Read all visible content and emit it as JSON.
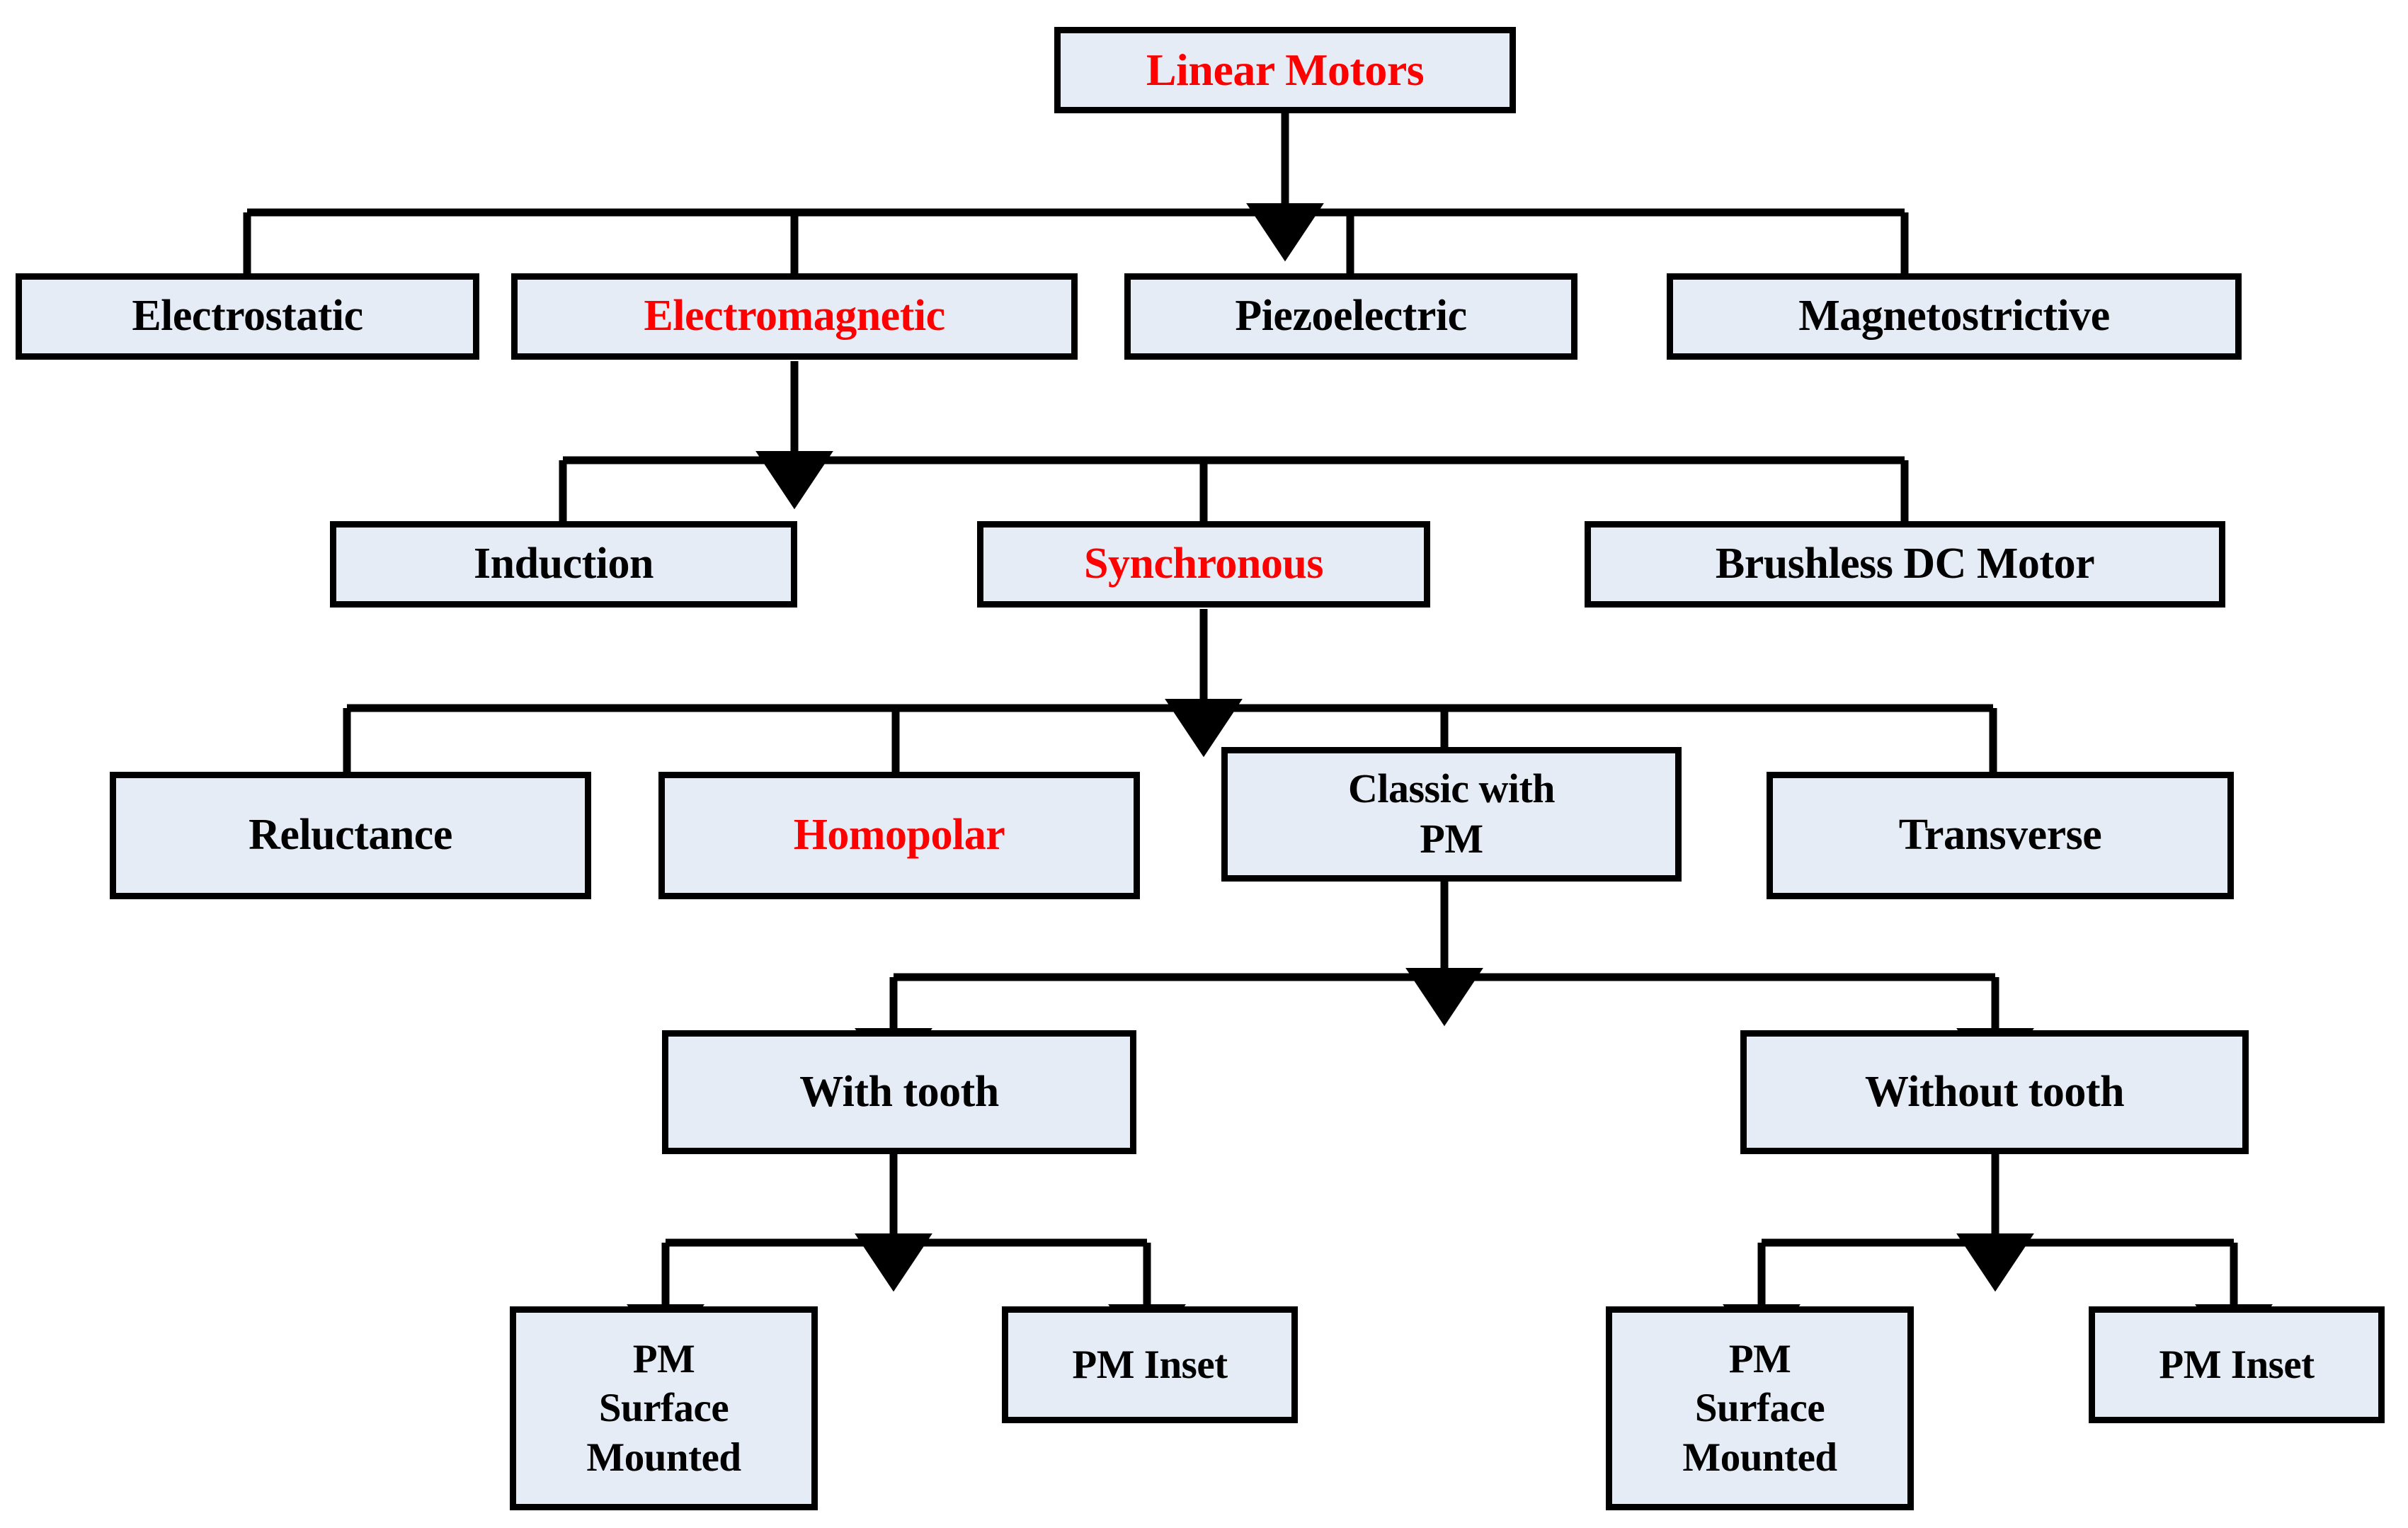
{
  "diagram": {
    "title": "Linear Motors classification tree",
    "type": "tree-flowchart",
    "colors": {
      "box_fill": "#e6ecf6",
      "box_border": "#000000",
      "text_default": "#000000",
      "text_highlight": "#ff0000",
      "connector": "#000000",
      "background": "#ffffff"
    },
    "levels": [
      {
        "level": 1,
        "nodes": [
          {
            "id": "linear-motors",
            "label": "Linear Motors",
            "color": "#ff0000",
            "highlighted": true
          }
        ]
      },
      {
        "level": 2,
        "parent": "linear-motors",
        "nodes": [
          {
            "id": "electrostatic",
            "label": "Electrostatic",
            "color": "#000000",
            "highlighted": false
          },
          {
            "id": "electromagnetic",
            "label": "Electromagnetic",
            "color": "#ff0000",
            "highlighted": true
          },
          {
            "id": "piezoelectric",
            "label": "Piezoelectric",
            "color": "#000000",
            "highlighted": false
          },
          {
            "id": "magnetostrictive",
            "label": "Magnetostrictive",
            "color": "#000000",
            "highlighted": false
          }
        ]
      },
      {
        "level": 3,
        "parent": "electromagnetic",
        "nodes": [
          {
            "id": "induction",
            "label": "Induction",
            "color": "#000000",
            "highlighted": false
          },
          {
            "id": "synchronous",
            "label": "Synchronous",
            "color": "#ff0000",
            "highlighted": true
          },
          {
            "id": "brushless-dc-motor",
            "label": "Brushless DC Motor",
            "color": "#000000",
            "highlighted": false
          }
        ]
      },
      {
        "level": 4,
        "parent": "synchronous",
        "nodes": [
          {
            "id": "reluctance",
            "label": "Reluctance",
            "color": "#000000",
            "highlighted": false
          },
          {
            "id": "homopolar",
            "label": "Homopolar",
            "color": "#ff0000",
            "highlighted": true
          },
          {
            "id": "classic-with-pm",
            "label": "Classic with\nPM",
            "color": "#000000",
            "highlighted": false
          },
          {
            "id": "transverse",
            "label": "Transverse",
            "color": "#000000",
            "highlighted": false
          }
        ]
      },
      {
        "level": 5,
        "parent": "classic-with-pm",
        "nodes": [
          {
            "id": "with-tooth",
            "label": "With tooth",
            "color": "#000000",
            "highlighted": false
          },
          {
            "id": "without-tooth",
            "label": "Without tooth",
            "color": "#000000",
            "highlighted": false
          }
        ]
      },
      {
        "level": 6,
        "nodes": [
          {
            "id": "pm-surface-mounted-left",
            "parent": "with-tooth",
            "label": "PM\nSurface\nMounted",
            "color": "#000000",
            "highlighted": false
          },
          {
            "id": "pm-inset-left",
            "parent": "with-tooth",
            "label": "PM Inset",
            "color": "#000000",
            "highlighted": false
          },
          {
            "id": "pm-surface-mounted-right",
            "parent": "without-tooth",
            "label": "PM\nSurface\nMounted",
            "color": "#000000",
            "highlighted": false
          },
          {
            "id": "pm-inset-right",
            "parent": "without-tooth",
            "label": "PM Inset",
            "color": "#000000",
            "highlighted": false
          }
        ]
      }
    ],
    "edges": [
      {
        "from": "linear-motors",
        "to": "electrostatic"
      },
      {
        "from": "linear-motors",
        "to": "electromagnetic"
      },
      {
        "from": "linear-motors",
        "to": "piezoelectric"
      },
      {
        "from": "linear-motors",
        "to": "magnetostrictive"
      },
      {
        "from": "electromagnetic",
        "to": "induction"
      },
      {
        "from": "electromagnetic",
        "to": "synchronous"
      },
      {
        "from": "electromagnetic",
        "to": "brushless-dc-motor"
      },
      {
        "from": "synchronous",
        "to": "reluctance"
      },
      {
        "from": "synchronous",
        "to": "homopolar"
      },
      {
        "from": "synchronous",
        "to": "classic-with-pm"
      },
      {
        "from": "synchronous",
        "to": "transverse"
      },
      {
        "from": "classic-with-pm",
        "to": "with-tooth"
      },
      {
        "from": "classic-with-pm",
        "to": "without-tooth"
      },
      {
        "from": "with-tooth",
        "to": "pm-surface-mounted-left"
      },
      {
        "from": "with-tooth",
        "to": "pm-inset-left"
      },
      {
        "from": "without-tooth",
        "to": "pm-surface-mounted-right"
      },
      {
        "from": "without-tooth",
        "to": "pm-inset-right"
      }
    ]
  }
}
